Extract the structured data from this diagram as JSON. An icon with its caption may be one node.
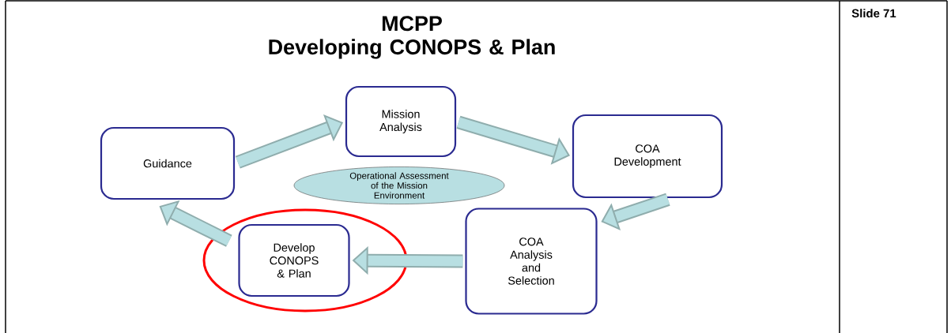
{
  "diagram": {
    "title": "MCPP Developing CONOPS & Plan",
    "nodes": [
      {
        "text": [
          "Guidance"
        ]
      },
      {
        "text": [
          "Mission Analysis"
        ]
      },
      {
        "text": [
          "COA Development"
        ]
      },
      {
        "text": [
          "COA Analysis and Selection"
        ]
      },
      {
        "text": [
          "Develop CONOPS & Plan"
        ]
      },
      {
        "text": [
          "Operational Assessment of the Mission Environment"
        ]
      }
    ],
    "edges": [
      {
        "from": 0,
        "to": 1,
        "arrow": "to"
      },
      {
        "from": 1,
        "to": 2,
        "arrow": "to"
      },
      {
        "from": 2,
        "to": 3,
        "arrow": "to"
      },
      {
        "from": 3,
        "to": 4,
        "arrow": "to"
      },
      {
        "from": 4,
        "to": 0,
        "arrow": "to"
      }
    ],
    "labels": [
      "Slide 71"
    ]
  }
}
